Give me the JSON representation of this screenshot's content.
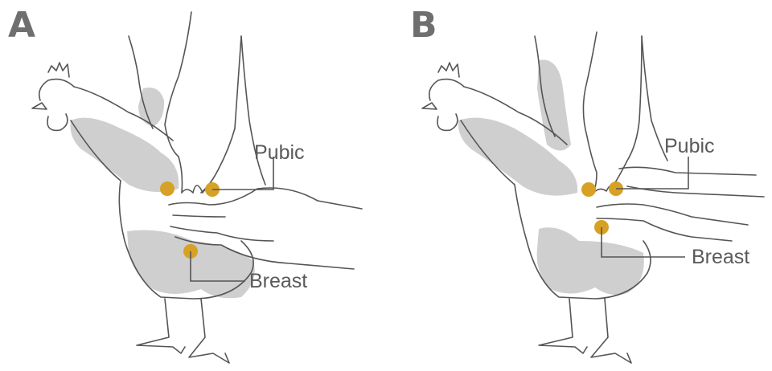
{
  "panels": [
    {
      "letter": "A",
      "pubic_label": "Pubic",
      "breast_label": "Breast"
    },
    {
      "letter": "B",
      "pubic_label": "Pubic",
      "breast_label": "Breast"
    }
  ],
  "colors": {
    "marker": "#d6a125",
    "shading": "#cfcfcf",
    "line": "#555555",
    "letter": "#6f6f6f"
  }
}
